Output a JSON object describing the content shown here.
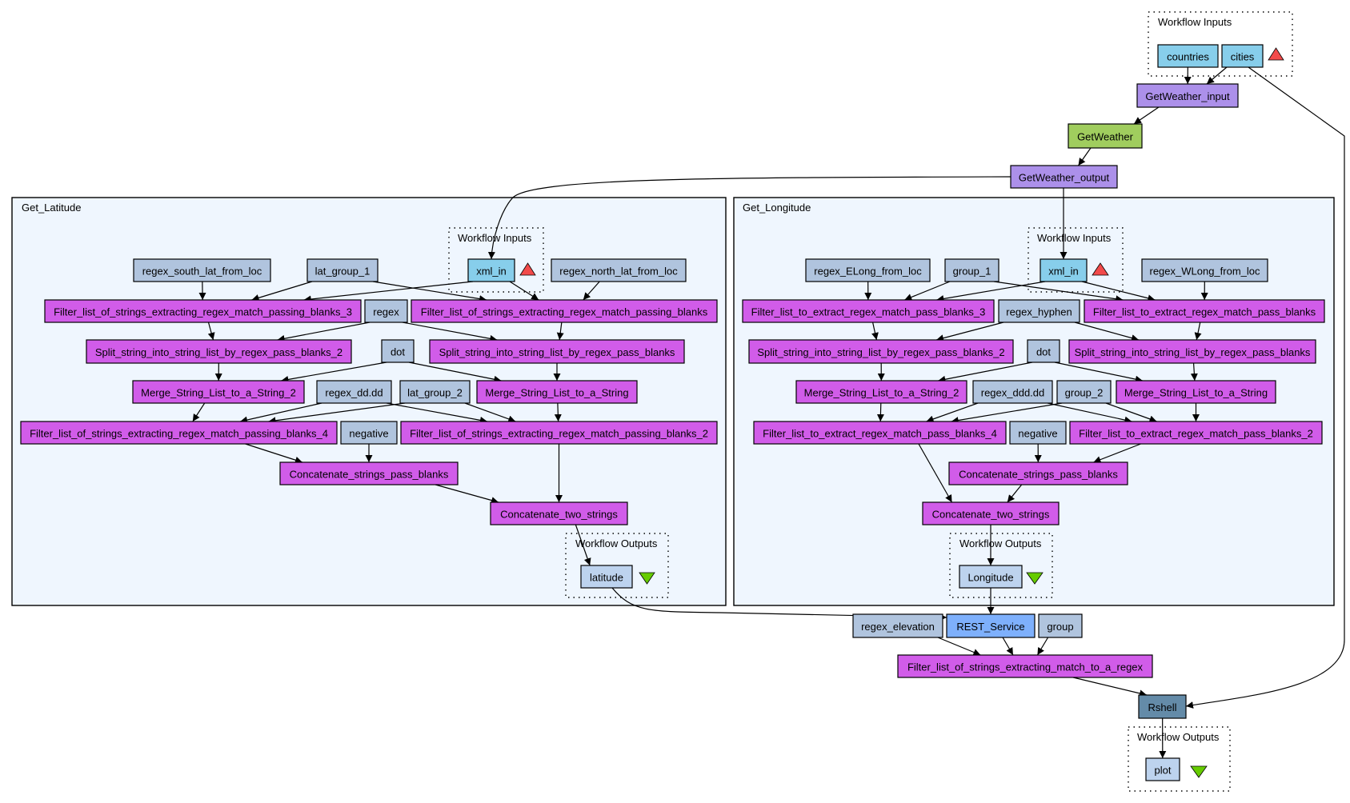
{
  "title": "GetWeather workflow diagram",
  "colors": {
    "processor": "#d15ce9",
    "constant": "#b0c4de",
    "input_port": "#87ceeb",
    "output_port": "#bdd3ee",
    "xml_splitter": "#ac90ea",
    "wsdl": "#a0cd5e",
    "rest": "#7eb0fc",
    "rshell": "#648ba8",
    "input_marker": "#f24a4a",
    "output_marker": "#66cc00",
    "cluster_fill": "#eff6fe"
  },
  "clusters": {
    "latitude": {
      "label": "Get_Latitude"
    },
    "longitude": {
      "label": "Get_Longitude"
    }
  },
  "groups": {
    "top_inputs": {
      "label": "Workflow Inputs"
    },
    "lat_inputs": {
      "label": "Workflow Inputs"
    },
    "lat_outputs": {
      "label": "Workflow Outputs"
    },
    "lon_inputs": {
      "label": "Workflow Inputs"
    },
    "lon_outputs": {
      "label": "Workflow Outputs"
    },
    "main_outputs": {
      "label": "Workflow Outputs"
    }
  },
  "nodes": {
    "countries": {
      "label": "countries",
      "kind": "input_port"
    },
    "cities": {
      "label": "cities",
      "kind": "input_port"
    },
    "getweather_input": {
      "label": "GetWeather_input",
      "kind": "xml_splitter"
    },
    "getweather": {
      "label": "GetWeather",
      "kind": "wsdl"
    },
    "getweather_output": {
      "label": "GetWeather_output",
      "kind": "xml_splitter"
    },
    "lat_xml_in": {
      "label": "xml_in",
      "kind": "input_port"
    },
    "lat_regex_south": {
      "label": "regex_south_lat_from_loc",
      "kind": "constant"
    },
    "lat_group_1": {
      "label": "lat_group_1",
      "kind": "constant"
    },
    "lat_regex_north": {
      "label": "regex_north_lat_from_loc",
      "kind": "constant"
    },
    "lat_filter_3": {
      "label": "Filter_list_of_strings_extracting_regex_match_passing_blanks_3",
      "kind": "processor"
    },
    "lat_regex": {
      "label": "regex",
      "kind": "constant"
    },
    "lat_filter": {
      "label": "Filter_list_of_strings_extracting_regex_match_passing_blanks",
      "kind": "processor"
    },
    "lat_split_2": {
      "label": "Split_string_into_string_list_by_regex_pass_blanks_2",
      "kind": "processor"
    },
    "lat_dot": {
      "label": "dot",
      "kind": "constant"
    },
    "lat_split": {
      "label": "Split_string_into_string_list_by_regex_pass_blanks",
      "kind": "processor"
    },
    "lat_merge_2": {
      "label": "Merge_String_List_to_a_String_2",
      "kind": "processor"
    },
    "lat_regex_dd": {
      "label": "regex_dd.dd",
      "kind": "constant"
    },
    "lat_group_2": {
      "label": "lat_group_2",
      "kind": "constant"
    },
    "lat_merge": {
      "label": "Merge_String_List_to_a_String",
      "kind": "processor"
    },
    "lat_filter_4": {
      "label": "Filter_list_of_strings_extracting_regex_match_passing_blanks_4",
      "kind": "processor"
    },
    "lat_negative": {
      "label": "negative",
      "kind": "constant"
    },
    "lat_filter_2": {
      "label": "Filter_list_of_strings_extracting_regex_match_passing_blanks_2",
      "kind": "processor"
    },
    "lat_concat_blanks": {
      "label": "Concatenate_strings_pass_blanks",
      "kind": "processor"
    },
    "lat_concat_two": {
      "label": "Concatenate_two_strings",
      "kind": "processor"
    },
    "latitude": {
      "label": "latitude",
      "kind": "output_port"
    },
    "lon_xml_in": {
      "label": "xml_in",
      "kind": "input_port"
    },
    "lon_regex_elong": {
      "label": "regex_ELong_from_loc",
      "kind": "constant"
    },
    "lon_group_1": {
      "label": "group_1",
      "kind": "constant"
    },
    "lon_regex_wlong": {
      "label": "regex_WLong_from_loc",
      "kind": "constant"
    },
    "lon_filter_3": {
      "label": "Filter_list_to_extract_regex_match_pass_blanks_3",
      "kind": "processor"
    },
    "lon_regex_hyphen": {
      "label": "regex_hyphen",
      "kind": "constant"
    },
    "lon_filter": {
      "label": "Filter_list_to_extract_regex_match_pass_blanks",
      "kind": "processor"
    },
    "lon_split_2": {
      "label": "Split_string_into_string_list_by_regex_pass_blanks_2",
      "kind": "processor"
    },
    "lon_dot": {
      "label": "dot",
      "kind": "constant"
    },
    "lon_split": {
      "label": "Split_string_into_string_list_by_regex_pass_blanks",
      "kind": "processor"
    },
    "lon_merge_2": {
      "label": "Merge_String_List_to_a_String_2",
      "kind": "processor"
    },
    "lon_regex_ddd": {
      "label": "regex_ddd.dd",
      "kind": "constant"
    },
    "lon_group_2": {
      "label": "group_2",
      "kind": "constant"
    },
    "lon_merge": {
      "label": "Merge_String_List_to_a_String",
      "kind": "processor"
    },
    "lon_filter_4": {
      "label": "Filter_list_to_extract_regex_match_pass_blanks_4",
      "kind": "processor"
    },
    "lon_negative": {
      "label": "negative",
      "kind": "constant"
    },
    "lon_filter_2": {
      "label": "Filter_list_to_extract_regex_match_pass_blanks_2",
      "kind": "processor"
    },
    "lon_concat_blanks": {
      "label": "Concatenate_strings_pass_blanks",
      "kind": "processor"
    },
    "lon_concat_two": {
      "label": "Concatenate_two_strings",
      "kind": "processor"
    },
    "longitude": {
      "label": "Longitude",
      "kind": "output_port"
    },
    "regex_elevation": {
      "label": "regex_elevation",
      "kind": "constant"
    },
    "rest_service": {
      "label": "REST_Service",
      "kind": "rest"
    },
    "group": {
      "label": "group",
      "kind": "constant"
    },
    "filter_match": {
      "label": "Filter_list_of_strings_extracting_match_to_a_regex",
      "kind": "processor"
    },
    "rshell": {
      "label": "Rshell",
      "kind": "rshell"
    },
    "plot": {
      "label": "plot",
      "kind": "output_port"
    }
  },
  "edges": [
    [
      "countries",
      "getweather_input"
    ],
    [
      "cities",
      "getweather_input"
    ],
    [
      "cities",
      "rshell"
    ],
    [
      "getweather_input",
      "getweather"
    ],
    [
      "getweather",
      "getweather_output"
    ],
    [
      "getweather_output",
      "lat_xml_in"
    ],
    [
      "getweather_output",
      "lon_xml_in"
    ],
    [
      "lat_regex_south",
      "lat_filter_3"
    ],
    [
      "lat_group_1",
      "lat_filter_3"
    ],
    [
      "lat_group_1",
      "lat_filter"
    ],
    [
      "lat_xml_in",
      "lat_filter_3"
    ],
    [
      "lat_xml_in",
      "lat_filter"
    ],
    [
      "lat_regex_north",
      "lat_filter"
    ],
    [
      "lat_filter_3",
      "lat_split_2"
    ],
    [
      "lat_regex",
      "lat_split_2"
    ],
    [
      "lat_regex",
      "lat_split"
    ],
    [
      "lat_filter",
      "lat_split"
    ],
    [
      "lat_split_2",
      "lat_merge_2"
    ],
    [
      "lat_dot",
      "lat_merge_2"
    ],
    [
      "lat_dot",
      "lat_merge"
    ],
    [
      "lat_split",
      "lat_merge"
    ],
    [
      "lat_merge_2",
      "lat_filter_4"
    ],
    [
      "lat_regex_dd",
      "lat_filter_4"
    ],
    [
      "lat_group_2",
      "lat_filter_4"
    ],
    [
      "lat_regex_dd",
      "lat_filter_2"
    ],
    [
      "lat_group_2",
      "lat_filter_2"
    ],
    [
      "lat_merge",
      "lat_filter_2"
    ],
    [
      "lat_negative",
      "lat_concat_blanks"
    ],
    [
      "lat_filter_4",
      "lat_concat_blanks"
    ],
    [
      "lat_concat_blanks",
      "lat_concat_two"
    ],
    [
      "lat_filter_2",
      "lat_concat_two"
    ],
    [
      "lat_concat_two",
      "latitude"
    ],
    [
      "lon_regex_elong",
      "lon_filter_3"
    ],
    [
      "lon_group_1",
      "lon_filter_3"
    ],
    [
      "lon_group_1",
      "lon_filter"
    ],
    [
      "lon_xml_in",
      "lon_filter_3"
    ],
    [
      "lon_xml_in",
      "lon_filter"
    ],
    [
      "lon_regex_wlong",
      "lon_filter"
    ],
    [
      "lon_filter_3",
      "lon_split_2"
    ],
    [
      "lon_regex_hyphen",
      "lon_split_2"
    ],
    [
      "lon_regex_hyphen",
      "lon_split"
    ],
    [
      "lon_filter",
      "lon_split"
    ],
    [
      "lon_split_2",
      "lon_merge_2"
    ],
    [
      "lon_dot",
      "lon_merge_2"
    ],
    [
      "lon_dot",
      "lon_merge"
    ],
    [
      "lon_split",
      "lon_merge"
    ],
    [
      "lon_merge_2",
      "lon_filter_4"
    ],
    [
      "lon_regex_ddd",
      "lon_filter_4"
    ],
    [
      "lon_group_2",
      "lon_filter_4"
    ],
    [
      "lon_regex_ddd",
      "lon_filter_2"
    ],
    [
      "lon_group_2",
      "lon_filter_2"
    ],
    [
      "lon_merge",
      "lon_filter_2"
    ],
    [
      "lon_negative",
      "lon_concat_blanks"
    ],
    [
      "lon_filter_2",
      "lon_concat_blanks"
    ],
    [
      "lon_filter_4",
      "lon_concat_two"
    ],
    [
      "lon_concat_blanks",
      "lon_concat_two"
    ],
    [
      "lon_concat_two",
      "longitude"
    ],
    [
      "latitude",
      "rest_service"
    ],
    [
      "longitude",
      "rest_service"
    ],
    [
      "regex_elevation",
      "filter_match"
    ],
    [
      "rest_service",
      "filter_match"
    ],
    [
      "group",
      "filter_match"
    ],
    [
      "filter_match",
      "rshell"
    ],
    [
      "rshell",
      "plot"
    ]
  ]
}
